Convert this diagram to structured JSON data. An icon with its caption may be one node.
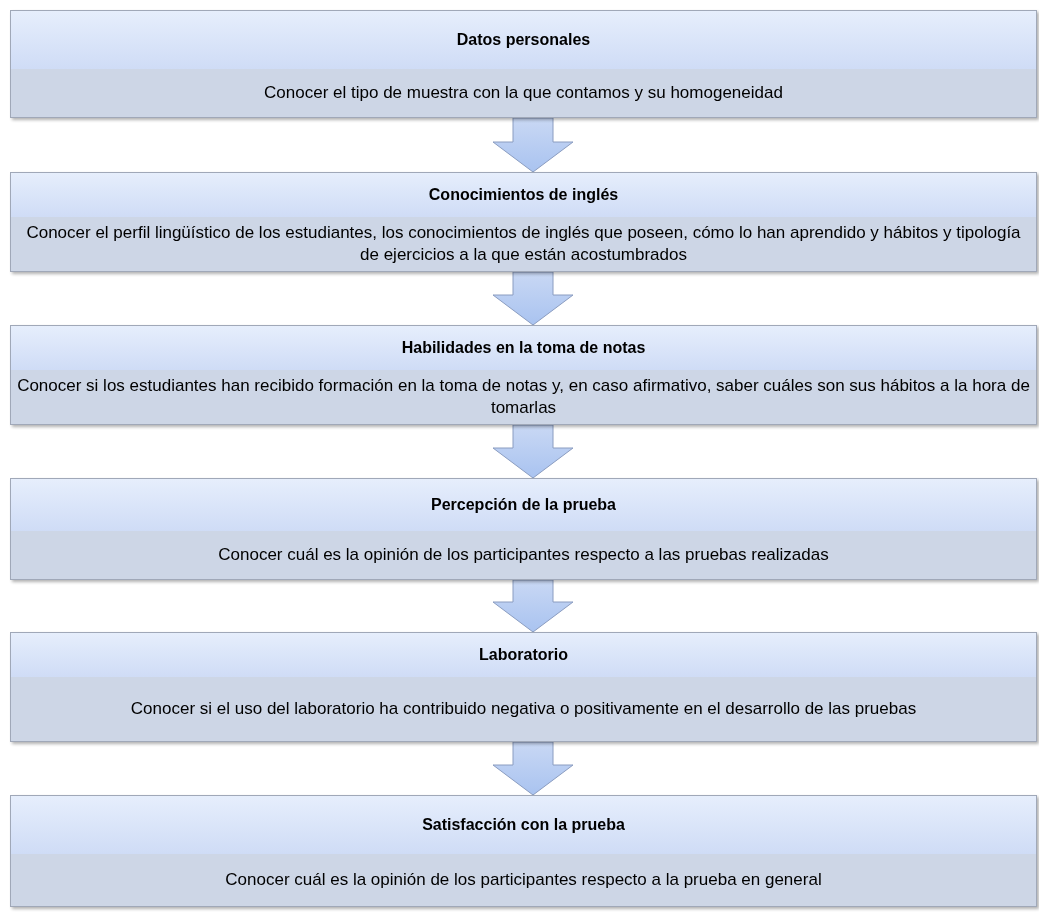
{
  "diagram": {
    "nodes": [
      {
        "text": [
          "Datos personales",
          "Conocer el tipo de muestra con la que contamos y su homogeneidad"
        ]
      },
      {
        "text": [
          "Conocimientos de inglés",
          "Conocer el perfil lingüístico de los estudiantes, los conocimientos de inglés que poseen, cómo  lo han aprendido y hábitos y tipología de ejercicios a la que están acostumbrados"
        ]
      },
      {
        "text": [
          "Habilidades en la toma de notas",
          "Conocer si los estudiantes han recibido formación en la toma de notas y, en caso afirmativo, saber cuáles son sus hábitos a la hora de tomarlas"
        ]
      },
      {
        "text": [
          "Percepción de la prueba",
          "Conocer cuál es la opinión de los participantes respecto a las pruebas realizadas"
        ]
      },
      {
        "text": [
          "Laboratorio",
          "Conocer si el uso del laboratorio ha contribuido negativa o positivamente en el desarrollo de las pruebas"
        ]
      },
      {
        "text": [
          "Satisfacción con la prueba",
          "Conocer cuál es la opinión de los participantes respecto a la prueba en general"
        ]
      }
    ],
    "edges": [
      {
        "from": 0,
        "to": 1,
        "arrow": "to"
      },
      {
        "from": 1,
        "to": 2,
        "arrow": "to"
      },
      {
        "from": 2,
        "to": 3,
        "arrow": "to"
      },
      {
        "from": 3,
        "to": 4,
        "arrow": "to"
      },
      {
        "from": 4,
        "to": 5,
        "arrow": "to"
      }
    ]
  }
}
